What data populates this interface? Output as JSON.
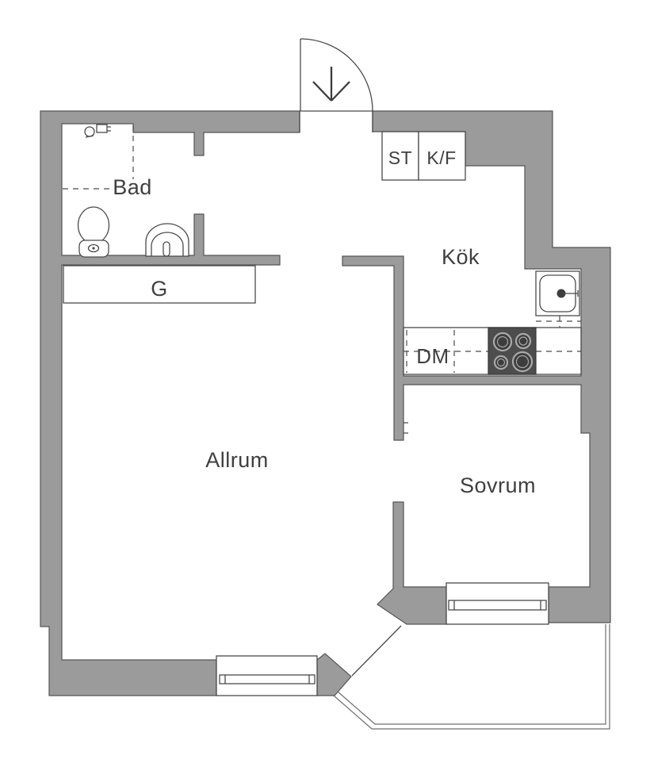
{
  "title": "Apartment floor plan",
  "colors": {
    "wall": "#9b9b9b",
    "wall-edge": "#555555",
    "line": "#4a4a4a",
    "stove": "#4d4d4d",
    "text": "#3f3f3f",
    "bg": "#ffffff"
  },
  "rooms": {
    "bathroom": {
      "label": "Bad"
    },
    "wardrobe": {
      "label": "G"
    },
    "kitchen": {
      "label": "Kök"
    },
    "living_room": {
      "label": "Allrum"
    },
    "bedroom": {
      "label": "Sovrum"
    }
  },
  "kitchen_units": {
    "cleaning_cabinet": {
      "label": "ST"
    },
    "fridge_freezer": {
      "label": "K/F"
    },
    "dishwasher": {
      "label": "DM"
    }
  }
}
